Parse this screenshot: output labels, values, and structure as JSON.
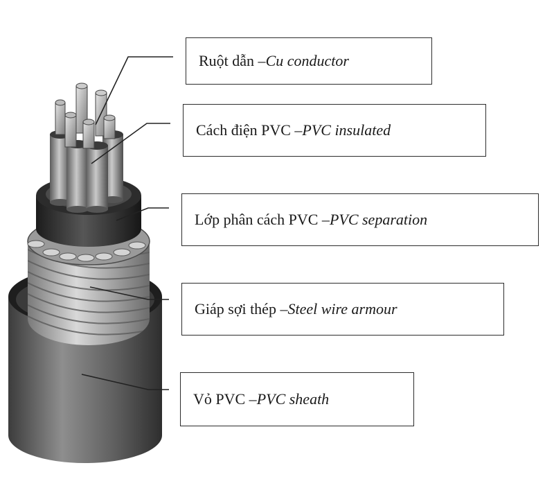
{
  "labels": {
    "conductor": {
      "vi": "Ruột dẫn – ",
      "en": "Cu conductor"
    },
    "insulated": {
      "vi": "Cách điện PVC – ",
      "en": "PVC insulated"
    },
    "separation": {
      "vi": "Lớp phân cách PVC – ",
      "en": "PVC separation"
    },
    "armour": {
      "vi": "Giáp sợi thép – ",
      "en": "Steel wire armour"
    },
    "sheath": {
      "vi": "Vỏ PVC – ",
      "en": "PVC sheath"
    }
  },
  "colors": {
    "sheath": "#5a5a5a",
    "armour": "#b5b5b5",
    "separation": "#2a2a2a",
    "insulation": "#8a8a8a",
    "conductor": "#c8c8c8",
    "leader": "#222222"
  }
}
